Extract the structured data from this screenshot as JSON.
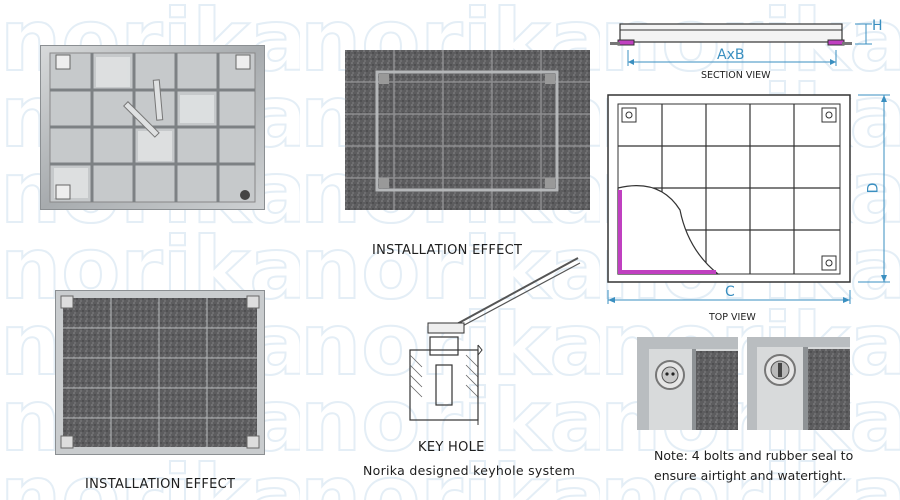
{
  "watermark": {
    "text": "norika"
  },
  "captions": {
    "installation_effect_top": "INSTALLATION EFFECT",
    "installation_effect_bottom": "INSTALLATION EFFECT",
    "key_hole_title": "KEY HOLE",
    "key_hole_desc": "Norika designed keyhole system",
    "section_view": "SECTION VIEW",
    "top_view": "TOP VIEW"
  },
  "dimensions": {
    "axb": "AxB",
    "h": "H",
    "d": "D",
    "c": "C"
  },
  "note": {
    "line1": "Note: 4 bolts and rubber seal to",
    "line2": "ensure airtight and watertight."
  },
  "colors": {
    "dimension_line": "#3a8fc0",
    "seal": "#c040c0",
    "steel": "#b9bdc0",
    "granite": "#5d5d5f"
  }
}
